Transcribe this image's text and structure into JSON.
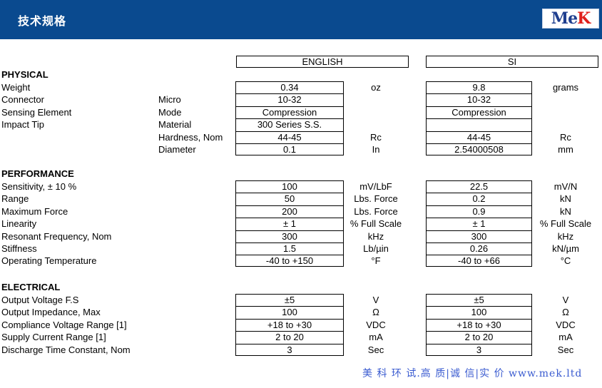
{
  "header": {
    "title": "技术规格",
    "logo": {
      "part1": "Me",
      "part2": "K"
    }
  },
  "columns": {
    "english": "ENGLISH",
    "si": "SI"
  },
  "sections": [
    {
      "title": "PHYSICAL",
      "rows": [
        {
          "label": "Weight",
          "sub": "",
          "eng": "0.34",
          "eng_unit": "oz",
          "si": "9.8",
          "si_unit": "grams"
        },
        {
          "label": "Connector",
          "sub": "Micro",
          "eng": "10-32",
          "eng_unit": "",
          "si": "10-32",
          "si_unit": ""
        },
        {
          "label": "Sensing Element",
          "sub": "Mode",
          "eng": "Compression",
          "eng_unit": "",
          "si": "Compression",
          "si_unit": ""
        },
        {
          "label": "Impact Tip",
          "sub": "Material",
          "eng": "300 Series S.S.",
          "eng_unit": "",
          "si": "",
          "si_unit": ""
        },
        {
          "label": "",
          "sub": "Hardness, Nom",
          "eng": "44-45",
          "eng_unit": "Rc",
          "si": "44-45",
          "si_unit": "Rc"
        },
        {
          "label": "",
          "sub": "Diameter",
          "eng": "0.1",
          "eng_unit": "In",
          "si": "2.54000508",
          "si_unit": "mm"
        }
      ]
    },
    {
      "title": "PERFORMANCE",
      "rows": [
        {
          "label": "Sensitivity, ± 10 %",
          "sub": "",
          "eng": "100",
          "eng_unit": "mV/LbF",
          "si": "22.5",
          "si_unit": "mV/N"
        },
        {
          "label": "Range",
          "sub": "",
          "eng": "50",
          "eng_unit": "Lbs. Force",
          "si": "0.2",
          "si_unit": "kN"
        },
        {
          "label": "Maximum Force",
          "sub": "",
          "eng": "200",
          "eng_unit": "Lbs. Force",
          "si": "0.9",
          "si_unit": "kN"
        },
        {
          "label": "Linearity",
          "sub": "",
          "eng": "± 1",
          "eng_unit": "% Full Scale",
          "si": "± 1",
          "si_unit": "% Full Scale"
        },
        {
          "label": "Resonant Frequency, Nom",
          "sub": "",
          "eng": "300",
          "eng_unit": "kHz",
          "si": "300",
          "si_unit": "kHz"
        },
        {
          "label": "Stiffness",
          "sub": "",
          "eng": "1.5",
          "eng_unit": "Lb/µin",
          "si": "0.26",
          "si_unit": "kN/µm"
        },
        {
          "label": "Operating Temperature",
          "sub": "",
          "eng": "-40 to +150",
          "eng_unit": "°F",
          "si": "-40 to +66",
          "si_unit": "°C"
        }
      ]
    },
    {
      "title": "ELECTRICAL",
      "rows": [
        {
          "label": "Output Voltage F.S",
          "sub": "",
          "eng": "±5",
          "eng_unit": "V",
          "si": "±5",
          "si_unit": "V"
        },
        {
          "label": "Output Impedance, Max",
          "sub": "",
          "eng": "100",
          "eng_unit": "Ω",
          "si": "100",
          "si_unit": "Ω"
        },
        {
          "label": "Compliance Voltage Range [1]",
          "sub": "",
          "eng": "+18 to +30",
          "eng_unit": "VDC",
          "si": "+18 to +30",
          "si_unit": "VDC"
        },
        {
          "label": "Supply Current Range [1]",
          "sub": "",
          "eng": "2 to 20",
          "eng_unit": "mA",
          "si": "2 to 20",
          "si_unit": "mA"
        },
        {
          "label": "Discharge Time Constant, Nom",
          "sub": "",
          "eng": "3",
          "eng_unit": "Sec",
          "si": "3",
          "si_unit": "Sec"
        }
      ]
    }
  ],
  "footer": {
    "text": "美 科 环 试.高 质|诚 信|实 价 www.mek.ltd"
  }
}
